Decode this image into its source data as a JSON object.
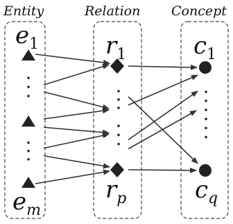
{
  "headers": {
    "entity": "Entity",
    "relation": "Relation",
    "concept": "Concept"
  },
  "labels": {
    "e_top": {
      "base": "e",
      "sub": "1"
    },
    "e_bottom": {
      "base": "e",
      "sub": "m"
    },
    "r_top": {
      "base": "r",
      "sub": "1"
    },
    "r_bottom": {
      "base": "r",
      "sub": "p"
    },
    "c_top": {
      "base": "c",
      "sub": "1"
    },
    "c_bottom": {
      "base": "c",
      "sub": "q"
    }
  },
  "ellipsis": "⋮",
  "colors": {
    "line": "#333333",
    "node": "#222222",
    "border": "#444444"
  }
}
